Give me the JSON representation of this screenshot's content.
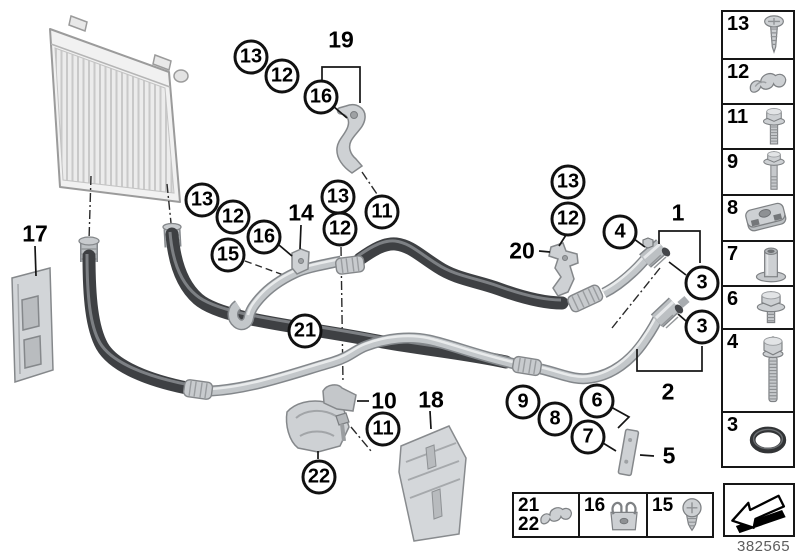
{
  "part_number": "382565",
  "colors": {
    "outline": "#1a1a1a",
    "hose_dark": "#3e4043",
    "pipe_light": "#c3c7ca",
    "bracket": "#ced1d4"
  },
  "callouts": [
    {
      "label": "13"
    },
    {
      "label": "12"
    },
    {
      "label": "16"
    },
    {
      "label": "13"
    },
    {
      "label": "12"
    },
    {
      "label": "16"
    },
    {
      "label": "15"
    },
    {
      "label": "13"
    },
    {
      "label": "12"
    },
    {
      "label": "11"
    },
    {
      "label": "21"
    },
    {
      "label": "13"
    },
    {
      "label": "12"
    },
    {
      "label": "4"
    },
    {
      "label": "3"
    },
    {
      "label": "3"
    },
    {
      "label": "9"
    },
    {
      "label": "8"
    },
    {
      "label": "6"
    },
    {
      "label": "7"
    },
    {
      "label": "11"
    },
    {
      "label": "22"
    }
  ],
  "labels": [
    {
      "text": "19"
    },
    {
      "text": "14"
    },
    {
      "text": "17"
    },
    {
      "text": "20"
    },
    {
      "text": "1"
    },
    {
      "text": "2"
    },
    {
      "text": "5"
    },
    {
      "text": "10"
    },
    {
      "text": "18"
    }
  ],
  "sidebar": {
    "items": [
      {
        "label": "13",
        "icon": "tapping-screw"
      },
      {
        "label": "12",
        "icon": "spring-clip"
      },
      {
        "label": "11",
        "icon": "flange-bolt"
      },
      {
        "label": "9",
        "icon": "washer-bolt"
      },
      {
        "label": "8",
        "icon": "cage-nut"
      },
      {
        "label": "7",
        "icon": "spacer-sleeve"
      },
      {
        "label": "6",
        "icon": "washer-screw"
      },
      {
        "label": "4",
        "icon": "hex-bolt-long"
      },
      {
        "label": "3",
        "icon": "o-ring"
      }
    ],
    "arrow_icon": "direction-arrow"
  },
  "legend": [
    {
      "labels": [
        "21",
        "22"
      ],
      "icon": "spring-clip"
    },
    {
      "labels": [
        "16"
      ],
      "icon": "pipe-clamp"
    },
    {
      "labels": [
        "15"
      ],
      "icon": "pan-screw"
    }
  ]
}
